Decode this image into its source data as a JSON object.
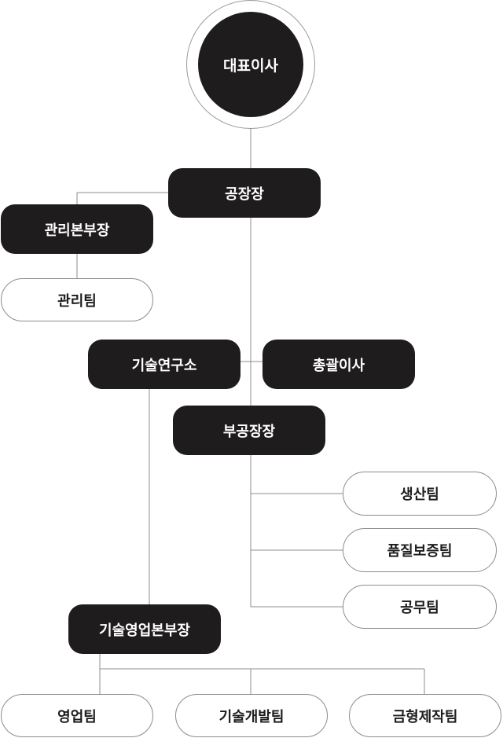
{
  "nodes": {
    "ceo": "대표이사",
    "factory_manager": "공장장",
    "admin_hq_head": "관리본부장",
    "admin_team": "관리팀",
    "tech_lab": "기술연구소",
    "general_director": "총괄이사",
    "deputy_factory_manager": "부공장장",
    "production_team": "생산팀",
    "quality_team": "품질보증팀",
    "engineering_team": "공무팀",
    "tech_sales_hq_head": "기술영업본부장",
    "sales_team": "영업팀",
    "tech_dev_team": "기술개발팀",
    "mold_team": "금형제작팀"
  },
  "colors": {
    "dark_fill": "#1f1c1d",
    "light_border": "#8c8c8c",
    "line": "#8c8c8c"
  }
}
